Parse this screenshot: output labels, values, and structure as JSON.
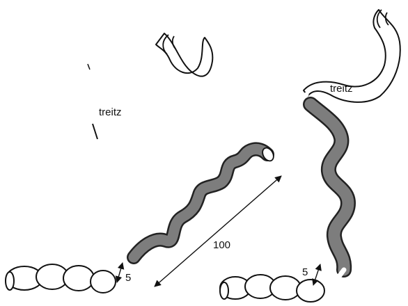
{
  "labels": {
    "treitz_left": "treitz",
    "treitz_right": "treitz",
    "measure_long": "100",
    "measure_short_left": "5",
    "measure_short_right": "5"
  },
  "colors": {
    "line": "#111111",
    "bowel_fill": "#ffffff",
    "bypass_segment": "#7d7d7d",
    "background": "#ffffff"
  }
}
